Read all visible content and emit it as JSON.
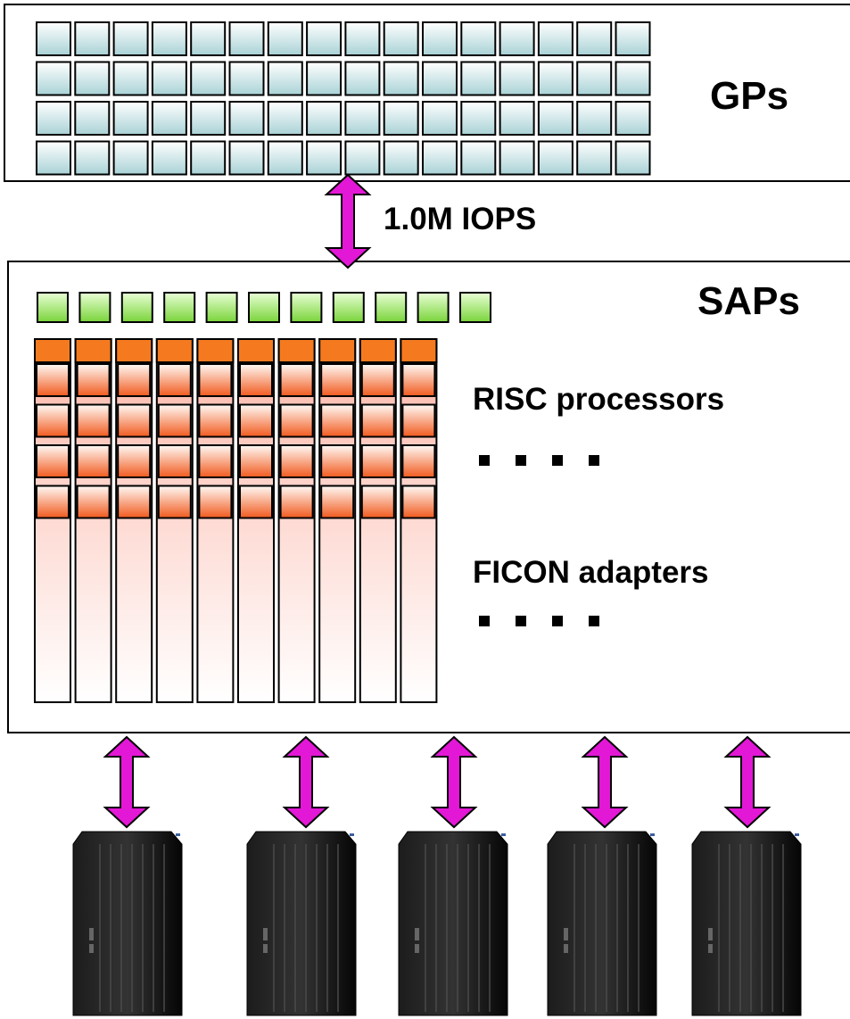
{
  "gps": {
    "label": "GPs",
    "rows": 4,
    "cols": 16
  },
  "link": {
    "label": "1.0M IOPS"
  },
  "saps": {
    "label": "SAPs",
    "count": 11
  },
  "risc": {
    "label": "RISC processors",
    "rows": 4,
    "cols": 10
  },
  "ficon": {
    "label": "FICON adapters",
    "cols": 10
  },
  "storage": {
    "count": 5
  },
  "colors": {
    "gp_top": "#ffffff",
    "gp_bottom": "#a9d2d6",
    "sap_top": "#e9ffd6",
    "sap_bottom": "#79d43a",
    "risc_top": "#fffaf6",
    "risc_bottom": "#f15a1e",
    "risc_header": "#f57a1f",
    "ficon_top": "#fcb6a8",
    "ficon_bottom": "#ffffff",
    "arrow": "#e317d6",
    "storage_dark": "#0b0b0b",
    "storage_mid": "#2a2a2a"
  }
}
